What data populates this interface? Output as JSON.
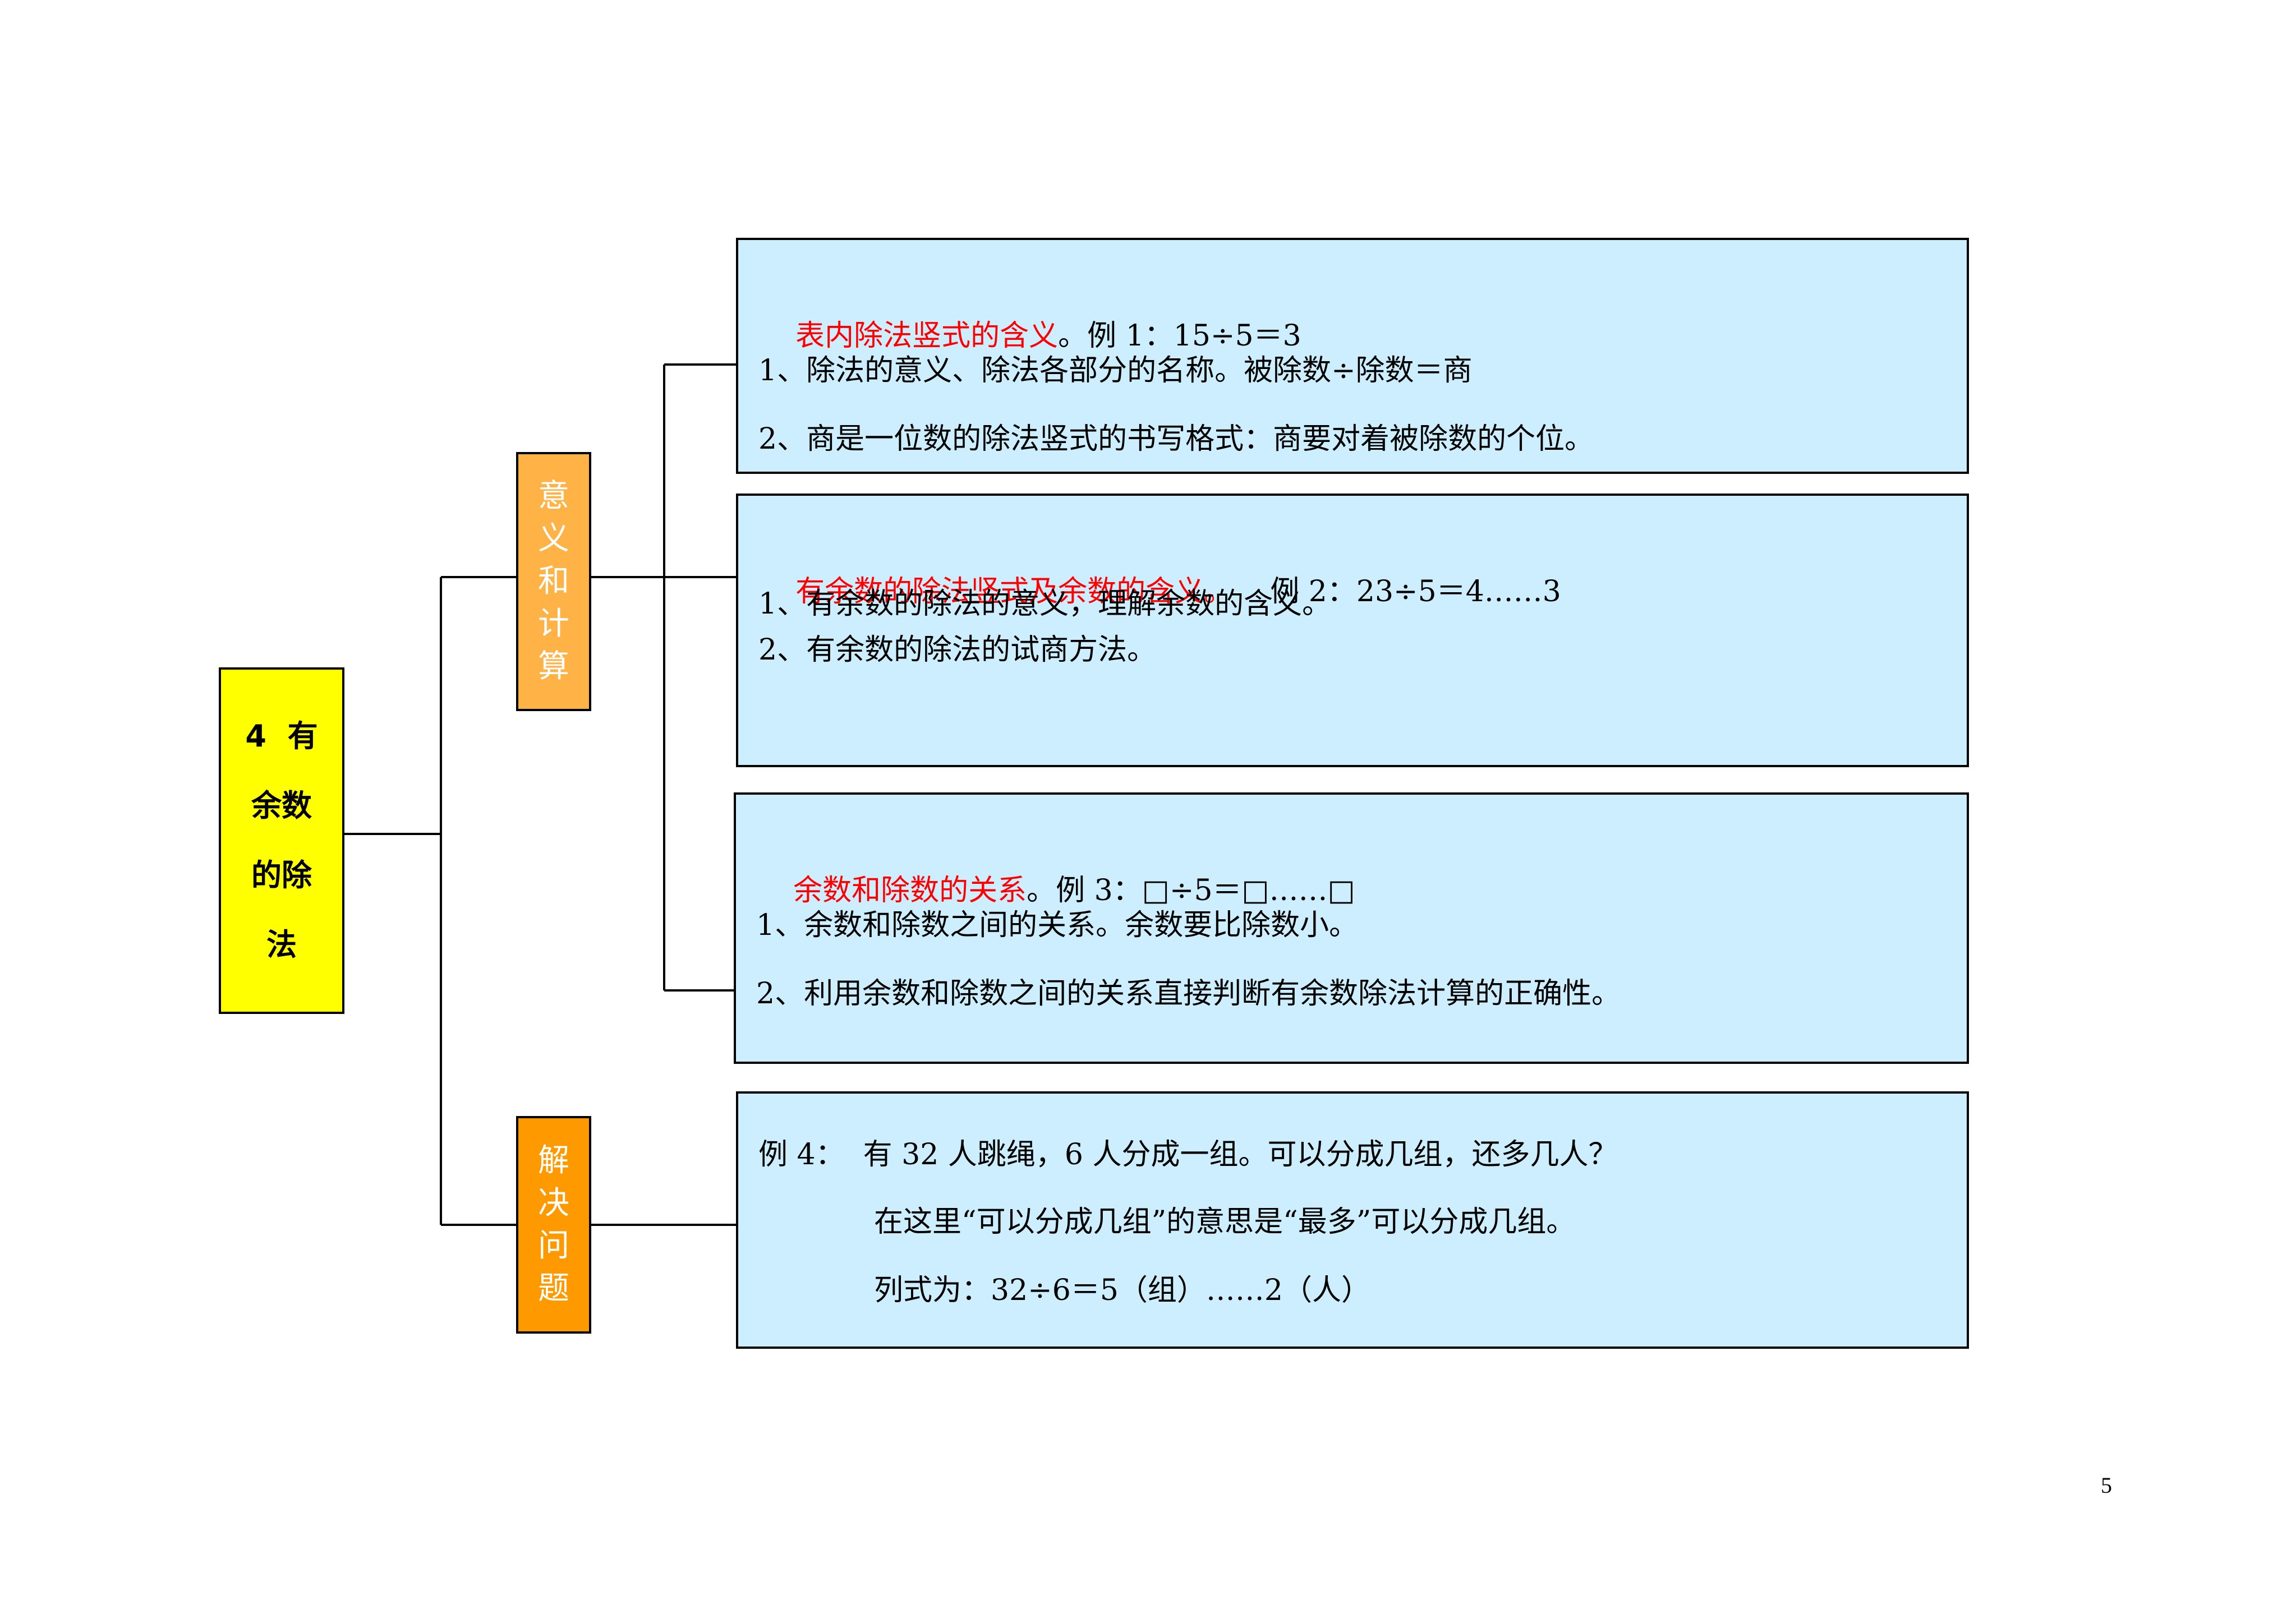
{
  "root": {
    "lines": [
      "4  有",
      "余数",
      "的除",
      "法"
    ]
  },
  "categories": [
    {
      "chars": [
        "意",
        "义",
        "和",
        "计",
        "算"
      ]
    },
    {
      "chars": [
        "解",
        "决",
        "问",
        "题"
      ]
    }
  ],
  "boxes": [
    {
      "heading_red": "表内除法竖式的含义",
      "heading_rest": "。例 1：15÷5＝3",
      "lines": [
        "1、除法的意义、除法各部分的名称。被除数÷除数＝商",
        "2、商是一位数的除法竖式的书写格式：商要对着被除数的个位。"
      ]
    },
    {
      "heading_red": "有余数的除法竖式及余数的含义。",
      "heading_rest": "    例 2：23÷5＝4……3",
      "lines": [
        "1、有余数的除法的意义，理解余数的含义。",
        "2、有余数的除法的试商方法。"
      ]
    },
    {
      "heading_red": "余数和除数的关系",
      "heading_rest": "。例 3：□÷5＝□……□",
      "lines": [
        "1、余数和除数之间的关系。余数要比除数小。",
        "2、利用余数和除数之间的关系直接判断有余数除法计算的正确性。"
      ]
    },
    {
      "lines": [
        "例 4：  有 32 人跳绳，6 人分成一组。可以分成几组，还多几人？",
        "在这里“可以分成几组”的意思是“最多”可以分成几组。",
        "列式为：32÷6＝5（组）……2（人）"
      ]
    }
  ],
  "page_number": "5"
}
